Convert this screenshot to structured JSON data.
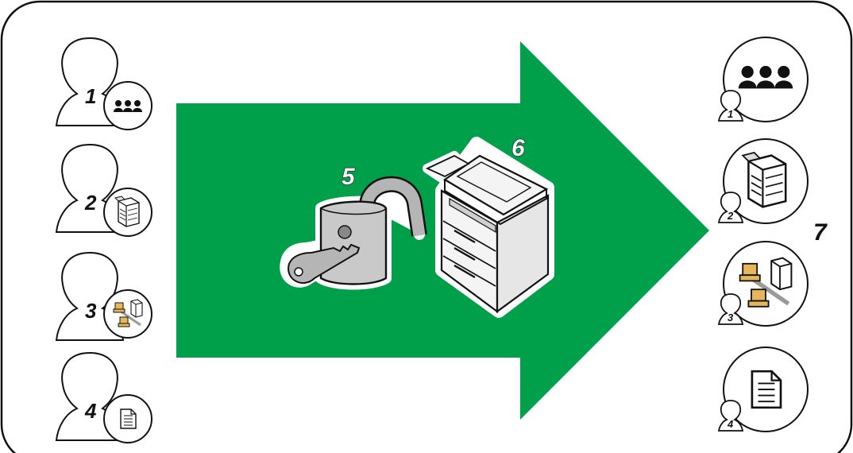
{
  "colors": {
    "arrow": "#00a04a",
    "outline": "#111111",
    "machine_fill": "#f4f4f4",
    "lock_fill": "#c9c9c9",
    "monitor_fill": "#e8b65a"
  },
  "left_users": [
    {
      "number": "1",
      "badge_icon": "people-group-icon"
    },
    {
      "number": "2",
      "badge_icon": "printer-icon"
    },
    {
      "number": "3",
      "badge_icon": "network-icon"
    },
    {
      "number": "4",
      "badge_icon": "document-icon"
    }
  ],
  "center": {
    "lock_number": "5",
    "lock_icon": "unlocked-padlock-with-key-icon",
    "machine_number": "6",
    "machine_icon": "multifunction-printer-icon"
  },
  "right_group_number": "7",
  "right_items": [
    {
      "number": "1",
      "icon": "people-group-icon"
    },
    {
      "number": "2",
      "icon": "printer-icon"
    },
    {
      "number": "3",
      "icon": "network-icon"
    },
    {
      "number": "4",
      "icon": "document-icon"
    }
  ]
}
